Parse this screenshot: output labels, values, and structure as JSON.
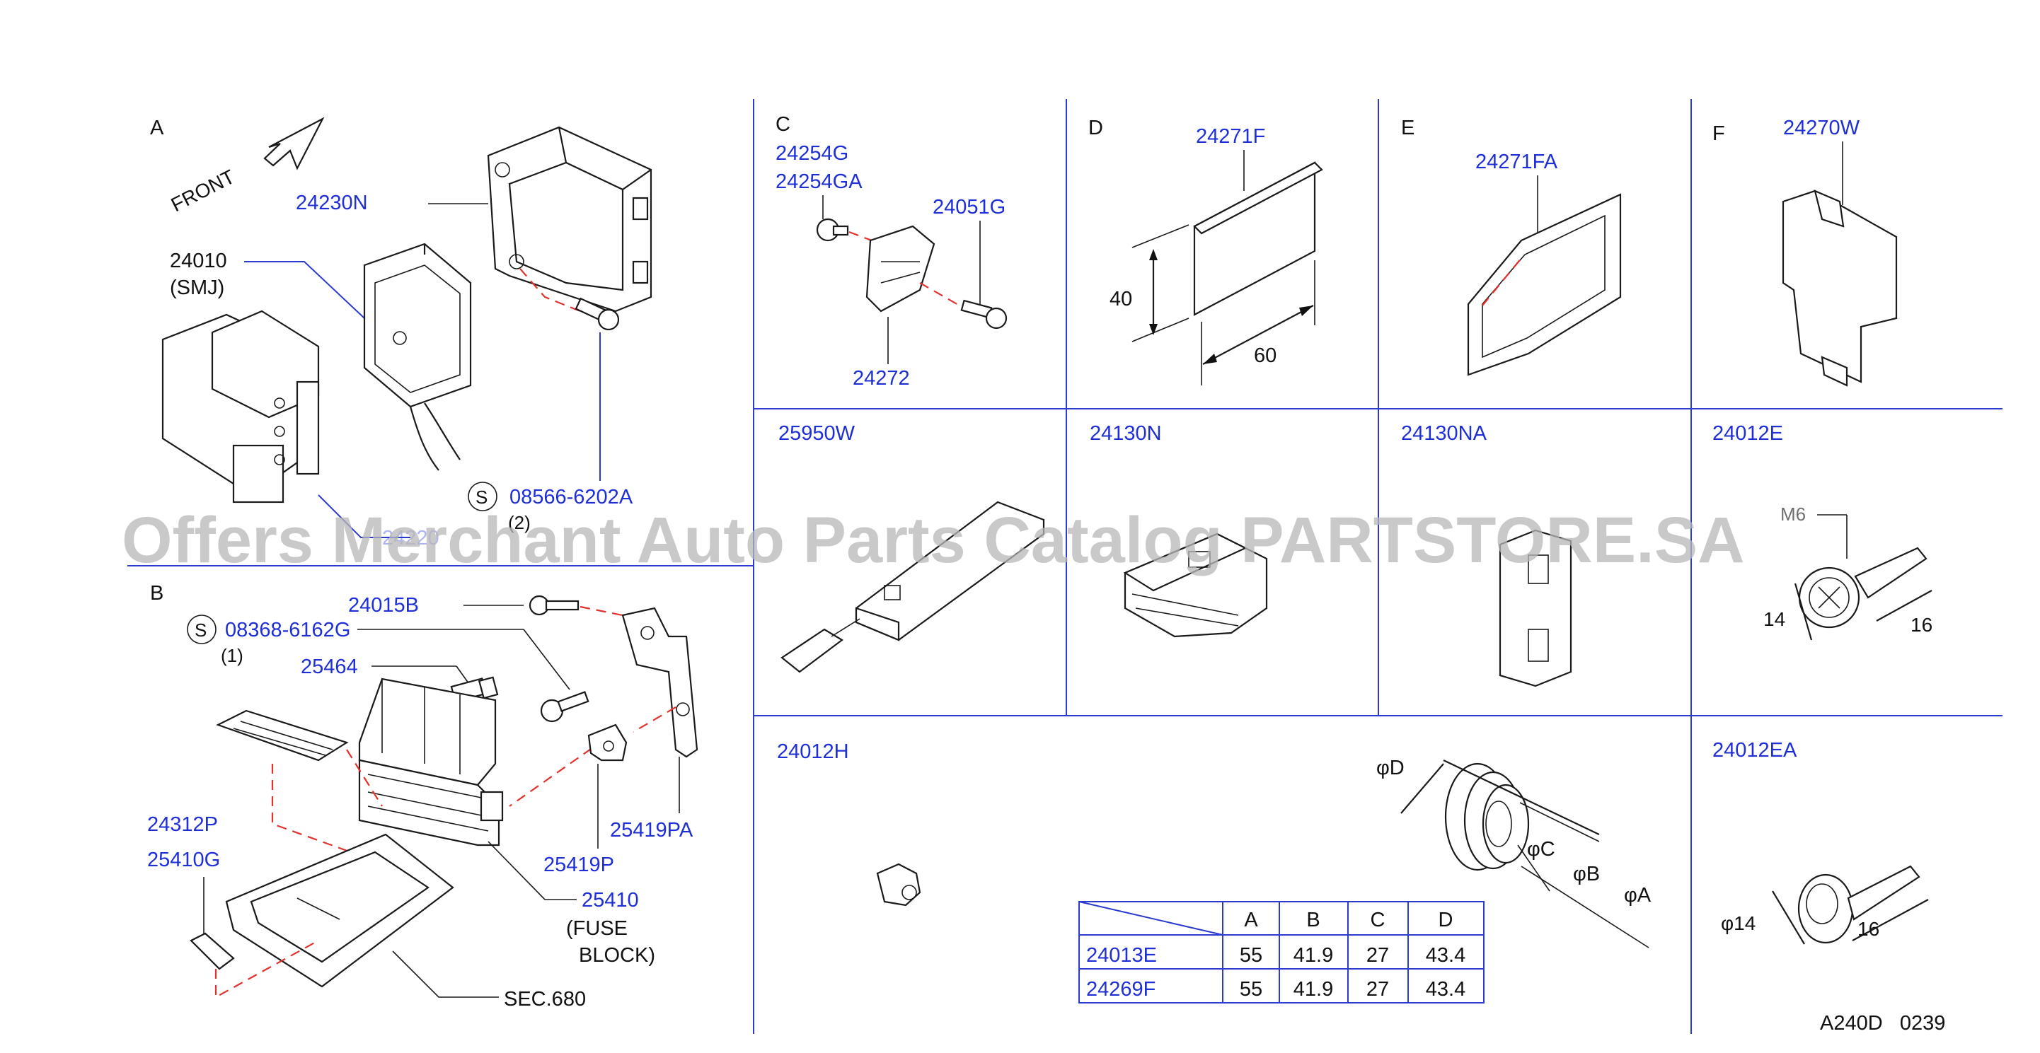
{
  "watermark": "Offers Merchant Auto Parts Catalog PARTSTORE.SA",
  "footer_code": "A240D   0239",
  "sections": {
    "A": {
      "letter": "A",
      "front": "FRONT",
      "p24230N": "24230N",
      "p24010": "24010",
      "p24010_sub": "(SMJ)",
      "bolt_s": "S",
      "bolt_code": "08566-6202A",
      "bolt_qty": "(2)",
      "hidden_code": "24220"
    },
    "B": {
      "letter": "B",
      "p24015B": "24015B",
      "s_mark": "S",
      "p08368": "08368-6162G",
      "qty": "(1)",
      "p25464": "25464",
      "p24312P": "24312P",
      "p25410G": "25410G",
      "p25419PA": "25419PA",
      "p25419P": "25419P",
      "p25410": "25410",
      "fuse1": "(FUSE",
      "fuse2": "BLOCK)",
      "sec680": "SEC.680"
    },
    "C": {
      "letter": "C",
      "p24254G": "24254G",
      "p24254GA": "24254GA",
      "p24051G": "24051G",
      "p24272": "24272"
    },
    "D": {
      "letter": "D",
      "p24271F": "24271F",
      "dim40": "40",
      "dim60": "60"
    },
    "E": {
      "letter": "E",
      "p24271FA": "24271FA"
    },
    "F": {
      "letter": "F",
      "p24270W": "24270W"
    },
    "r2": {
      "p25950W": "25950W",
      "p24130N": "24130N",
      "p24130NA": "24130NA",
      "p24012E": "24012E",
      "m6": "M6",
      "dim14": "14",
      "dim16": "16"
    },
    "r3": {
      "p24012H": "24012H",
      "phiD": "φD",
      "phiC": "φC",
      "phiB": "φB",
      "phiA": "φA",
      "p24012EA": "24012EA",
      "phi14": "φ14",
      "dim16": "16"
    }
  },
  "dim_table": {
    "headers": [
      "A",
      "B",
      "C",
      "D"
    ],
    "rows": [
      {
        "part": "24013E",
        "values": [
          "55",
          "41.9",
          "27",
          "43.4"
        ]
      },
      {
        "part": "24269F",
        "values": [
          "55",
          "41.9",
          "27",
          "43.4"
        ]
      }
    ]
  },
  "colors": {
    "part_number": "#1f2fd6",
    "leader": "#2b3bd0",
    "dashed": "#e3322e",
    "watermark": "#b8b8b8"
  }
}
